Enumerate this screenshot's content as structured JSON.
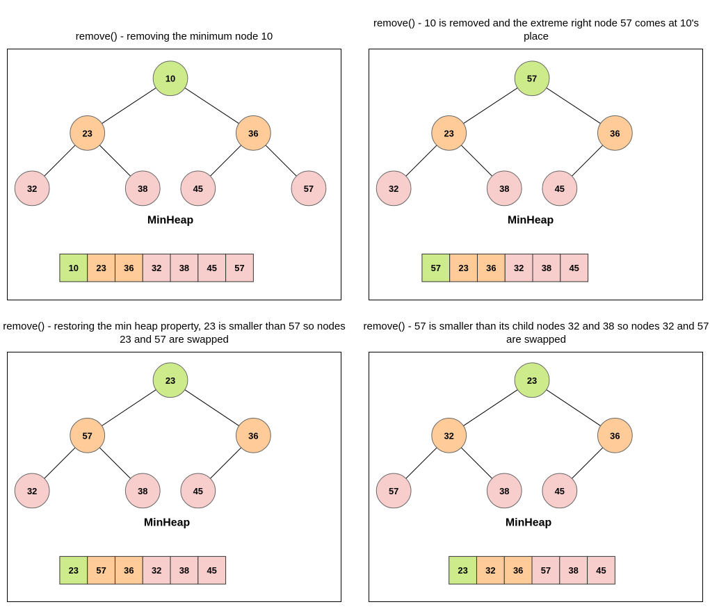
{
  "colors": {
    "root_green": "#cdeb8b",
    "level2_orange": "#ffcc99",
    "leaf_pink": "#f8cecc",
    "node_border": "#666666",
    "cell_border": "#333333",
    "box_border": "#000000",
    "edge": "#000000"
  },
  "panels": [
    {
      "title": "remove() - removing the minimum node 10",
      "heap_label": "MinHeap",
      "nodes": [
        {
          "value": "10",
          "color": "#cdeb8b"
        },
        {
          "value": "23",
          "color": "#ffcc99"
        },
        {
          "value": "36",
          "color": "#ffcc99"
        },
        {
          "value": "32",
          "color": "#f8cecc"
        },
        {
          "value": "38",
          "color": "#f8cecc"
        },
        {
          "value": "45",
          "color": "#f8cecc"
        },
        {
          "value": "57",
          "color": "#f8cecc"
        }
      ],
      "array": [
        {
          "value": "10",
          "color": "#cdeb8b"
        },
        {
          "value": "23",
          "color": "#ffcc99"
        },
        {
          "value": "36",
          "color": "#ffcc99"
        },
        {
          "value": "32",
          "color": "#f8cecc"
        },
        {
          "value": "38",
          "color": "#f8cecc"
        },
        {
          "value": "45",
          "color": "#f8cecc"
        },
        {
          "value": "57",
          "color": "#f8cecc"
        }
      ]
    },
    {
      "title": "remove() - 10 is removed and the extreme right node 57 comes at 10's place",
      "heap_label": "MinHeap",
      "nodes": [
        {
          "value": "57",
          "color": "#cdeb8b"
        },
        {
          "value": "23",
          "color": "#ffcc99"
        },
        {
          "value": "36",
          "color": "#ffcc99"
        },
        {
          "value": "32",
          "color": "#f8cecc"
        },
        {
          "value": "38",
          "color": "#f8cecc"
        },
        {
          "value": "45",
          "color": "#f8cecc"
        }
      ],
      "array": [
        {
          "value": "57",
          "color": "#cdeb8b"
        },
        {
          "value": "23",
          "color": "#ffcc99"
        },
        {
          "value": "36",
          "color": "#ffcc99"
        },
        {
          "value": "32",
          "color": "#f8cecc"
        },
        {
          "value": "38",
          "color": "#f8cecc"
        },
        {
          "value": "45",
          "color": "#f8cecc"
        }
      ]
    },
    {
      "title": "remove() - restoring the min heap property, 23 is smaller than 57 so nodes 23 and 57 are swapped",
      "heap_label": "MinHeap",
      "nodes": [
        {
          "value": "23",
          "color": "#cdeb8b"
        },
        {
          "value": "57",
          "color": "#ffcc99"
        },
        {
          "value": "36",
          "color": "#ffcc99"
        },
        {
          "value": "32",
          "color": "#f8cecc"
        },
        {
          "value": "38",
          "color": "#f8cecc"
        },
        {
          "value": "45",
          "color": "#f8cecc"
        }
      ],
      "array": [
        {
          "value": "23",
          "color": "#cdeb8b"
        },
        {
          "value": "57",
          "color": "#ffcc99"
        },
        {
          "value": "36",
          "color": "#ffcc99"
        },
        {
          "value": "32",
          "color": "#f8cecc"
        },
        {
          "value": "38",
          "color": "#f8cecc"
        },
        {
          "value": "45",
          "color": "#f8cecc"
        }
      ]
    },
    {
      "title": "remove() - 57 is smaller than its child nodes 32 and 38 so nodes 32 and 57 are swapped",
      "heap_label": "MinHeap",
      "nodes": [
        {
          "value": "23",
          "color": "#cdeb8b"
        },
        {
          "value": "32",
          "color": "#ffcc99"
        },
        {
          "value": "36",
          "color": "#ffcc99"
        },
        {
          "value": "57",
          "color": "#f8cecc"
        },
        {
          "value": "38",
          "color": "#f8cecc"
        },
        {
          "value": "45",
          "color": "#f8cecc"
        }
      ],
      "array": [
        {
          "value": "23",
          "color": "#cdeb8b"
        },
        {
          "value": "32",
          "color": "#ffcc99"
        },
        {
          "value": "36",
          "color": "#ffcc99"
        },
        {
          "value": "57",
          "color": "#f8cecc"
        },
        {
          "value": "38",
          "color": "#f8cecc"
        },
        {
          "value": "45",
          "color": "#f8cecc"
        }
      ]
    }
  ]
}
